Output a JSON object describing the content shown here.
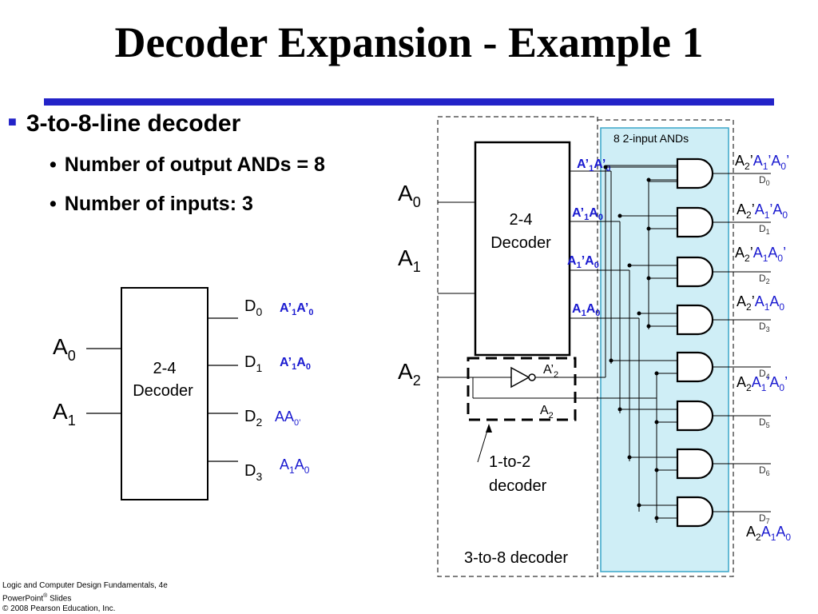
{
  "slide": {
    "title": "Decoder Expansion - Example  1",
    "bullet_main": "3-to-8-line decoder",
    "sub_bullets": [
      "Number of output ANDs = 8",
      "Number of inputs: 3"
    ]
  },
  "small_decoder": {
    "box_label_1": "2-4",
    "box_label_2": "Decoder",
    "inputs": [
      {
        "name": "A",
        "sub": "0"
      },
      {
        "name": "A",
        "sub": "1"
      }
    ],
    "outputs": [
      {
        "name": "D",
        "sub": "0",
        "term": [
          [
            "A’",
            "1"
          ],
          [
            "A’",
            "0"
          ]
        ]
      },
      {
        "name": "D",
        "sub": "1",
        "term": [
          [
            "A’",
            "1"
          ],
          [
            "A",
            "0"
          ]
        ]
      },
      {
        "name": "D",
        "sub": "2",
        "term": [
          [
            "AA",
            "0’"
          ]
        ]
      },
      {
        "name": "D",
        "sub": "3",
        "term": [
          [
            "A",
            "1"
          ],
          [
            "A",
            "0"
          ]
        ]
      }
    ]
  },
  "big_decoder": {
    "box_label_1": "2-4",
    "box_label_2": "Decoder",
    "inputs": [
      {
        "name": "A",
        "sub": "0"
      },
      {
        "name": "A",
        "sub": "1"
      },
      {
        "name": "A",
        "sub": "2"
      }
    ],
    "decoder_output_terms": [
      [
        [
          "A’",
          "1"
        ],
        [
          "A’",
          "0"
        ]
      ],
      [
        [
          "A’",
          "1"
        ],
        [
          "A",
          "0"
        ]
      ],
      [
        [
          "A",
          "1"
        ],
        [
          "’",
          ""
        ],
        [
          "A",
          "0"
        ]
      ],
      [
        [
          "A",
          "1"
        ],
        [
          "A",
          "0"
        ]
      ]
    ],
    "inverter_labels": [
      [
        "A’",
        "2"
      ],
      [
        "A",
        "2"
      ]
    ],
    "one_to_two_label_1": "1-to-2",
    "one_to_two_label_2": "decoder",
    "three_to_eight_label": "3-to-8 decoder",
    "and_panel_label": "8 2-input ANDs",
    "and_outputs": [
      "D0",
      "D1",
      "D2",
      "D3",
      "D4",
      "D5",
      "D6",
      "D7"
    ],
    "minterms": [
      {
        "prefix": [
          [
            "A",
            "2"
          ],
          [
            "’",
            ""
          ]
        ],
        "rest": [
          [
            "A",
            "1"
          ],
          [
            "’",
            ""
          ],
          [
            "A",
            "0"
          ],
          [
            "’",
            ""
          ]
        ]
      },
      {
        "prefix": [
          [
            "A",
            "2"
          ],
          [
            "’",
            ""
          ]
        ],
        "rest": [
          [
            "A",
            "1"
          ],
          [
            "’",
            ""
          ],
          [
            "A",
            "0"
          ]
        ]
      },
      {
        "prefix": [
          [
            "A",
            "2"
          ],
          [
            "’",
            ""
          ]
        ],
        "rest": [
          [
            "A",
            "1"
          ],
          [
            "A",
            "0"
          ],
          [
            "’",
            ""
          ]
        ]
      },
      {
        "prefix": [
          [
            "A",
            "2"
          ],
          [
            "’",
            ""
          ]
        ],
        "rest": [
          [
            "A",
            "1"
          ],
          [
            "A",
            "0"
          ]
        ]
      },
      {
        "prefix": [
          [
            "A",
            "2"
          ]
        ],
        "rest": [
          [
            "A",
            "1"
          ],
          [
            "’",
            ""
          ],
          [
            "A",
            "0"
          ],
          [
            "’",
            ""
          ]
        ]
      },
      {
        "prefix": [
          [
            "A",
            "2"
          ]
        ],
        "rest": [
          [
            "A",
            "1"
          ],
          [
            "A",
            "0"
          ]
        ]
      }
    ]
  },
  "footer": {
    "line1": "Logic and Computer Design Fundamentals, 4e",
    "line2_a": "PowerPoint",
    "line2_sup": "®",
    "line2_b": " Slides",
    "line3": "© 2008 Pearson Education, Inc."
  },
  "colors": {
    "accent": "#2323c8",
    "term_blue": "#1a1ad0",
    "panel_fill": "#cfeef6",
    "panel_border": "#3aa6c8"
  }
}
